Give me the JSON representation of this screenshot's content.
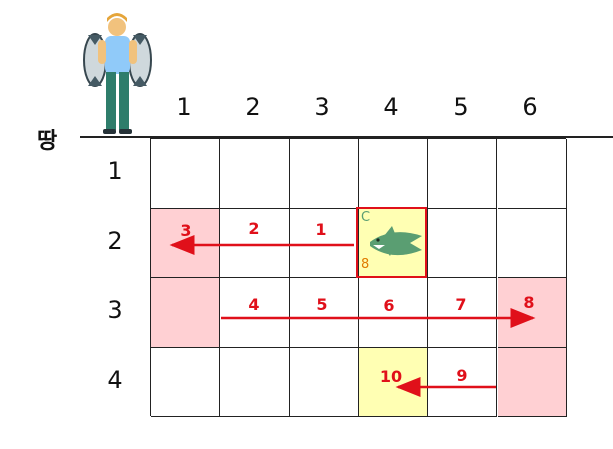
{
  "land_label": "땅",
  "columns": [
    "1",
    "2",
    "3",
    "4",
    "5",
    "6"
  ],
  "rows": [
    "1",
    "2",
    "3",
    "4"
  ],
  "colors": {
    "pink": "#ffd0d3",
    "yellow": "#ffffb3",
    "red": "#e0101a",
    "shark": "#5a9e72",
    "orange": "#e07b00"
  },
  "highlighted_cells": [
    {
      "row": 2,
      "col": 1,
      "color": "pink"
    },
    {
      "row": 3,
      "col": 1,
      "color": "pink"
    },
    {
      "row": 2,
      "col": 4,
      "color": "yellow"
    },
    {
      "row": 3,
      "col": 6,
      "color": "pink"
    },
    {
      "row": 4,
      "col": 4,
      "color": "yellow"
    },
    {
      "row": 4,
      "col": 6,
      "color": "pink"
    }
  ],
  "shark_cell": {
    "label_top": "C",
    "label_bottom": "8"
  },
  "step_numbers": [
    "1",
    "2",
    "3",
    "4",
    "5",
    "6",
    "7",
    "8",
    "9",
    "10"
  ],
  "icons": [
    "fisherman-icon",
    "shark-icon"
  ]
}
